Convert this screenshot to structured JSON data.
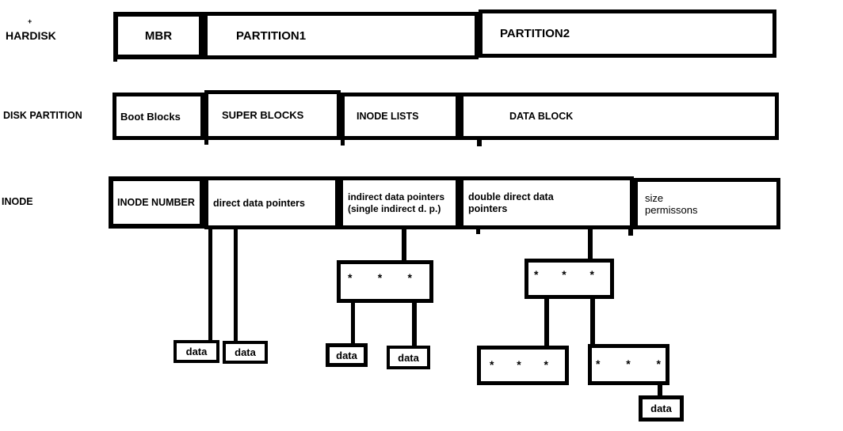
{
  "page": {
    "background": "#ffffff",
    "ink": "#000000"
  },
  "row_labels": {
    "hardisk": "HARDISK",
    "disk_partition": "DISK PARTITION",
    "inode": "INODE"
  },
  "stray_mark": "+",
  "hardisk_row": {
    "cells": [
      {
        "text": "MBR"
      },
      {
        "text": "PARTITION1"
      },
      {
        "text": "PARTITION2"
      }
    ]
  },
  "disk_partition_row": {
    "cells": [
      {
        "text": "Boot Blocks"
      },
      {
        "text": "SUPER BLOCKS"
      },
      {
        "text": "INODE LISTS"
      },
      {
        "text": "DATA BLOCK"
      }
    ]
  },
  "inode_row": {
    "cells": [
      {
        "line1": "INODE NUMBER"
      },
      {
        "line1": "direct data pointers"
      },
      {
        "line1": "indirect data pointers",
        "line2": "(single indirect d. p.)"
      },
      {
        "line1": "double direct data",
        "line2": "pointers"
      },
      {
        "line1": "size",
        "line2": "permissons"
      }
    ]
  },
  "pointer_blocks": {
    "single_indirect": {
      "stars": [
        "*",
        "*",
        "*"
      ]
    },
    "double_indirect_l1": {
      "stars": [
        "*",
        "*",
        "*"
      ]
    },
    "double_indirect_l2_left": {
      "stars": [
        "*",
        "*",
        "*"
      ]
    },
    "double_indirect_l2_right": {
      "stars": [
        "*",
        "*",
        "*"
      ]
    }
  },
  "data_leaf_boxes": [
    "data",
    "data",
    "data",
    "data",
    "data"
  ]
}
